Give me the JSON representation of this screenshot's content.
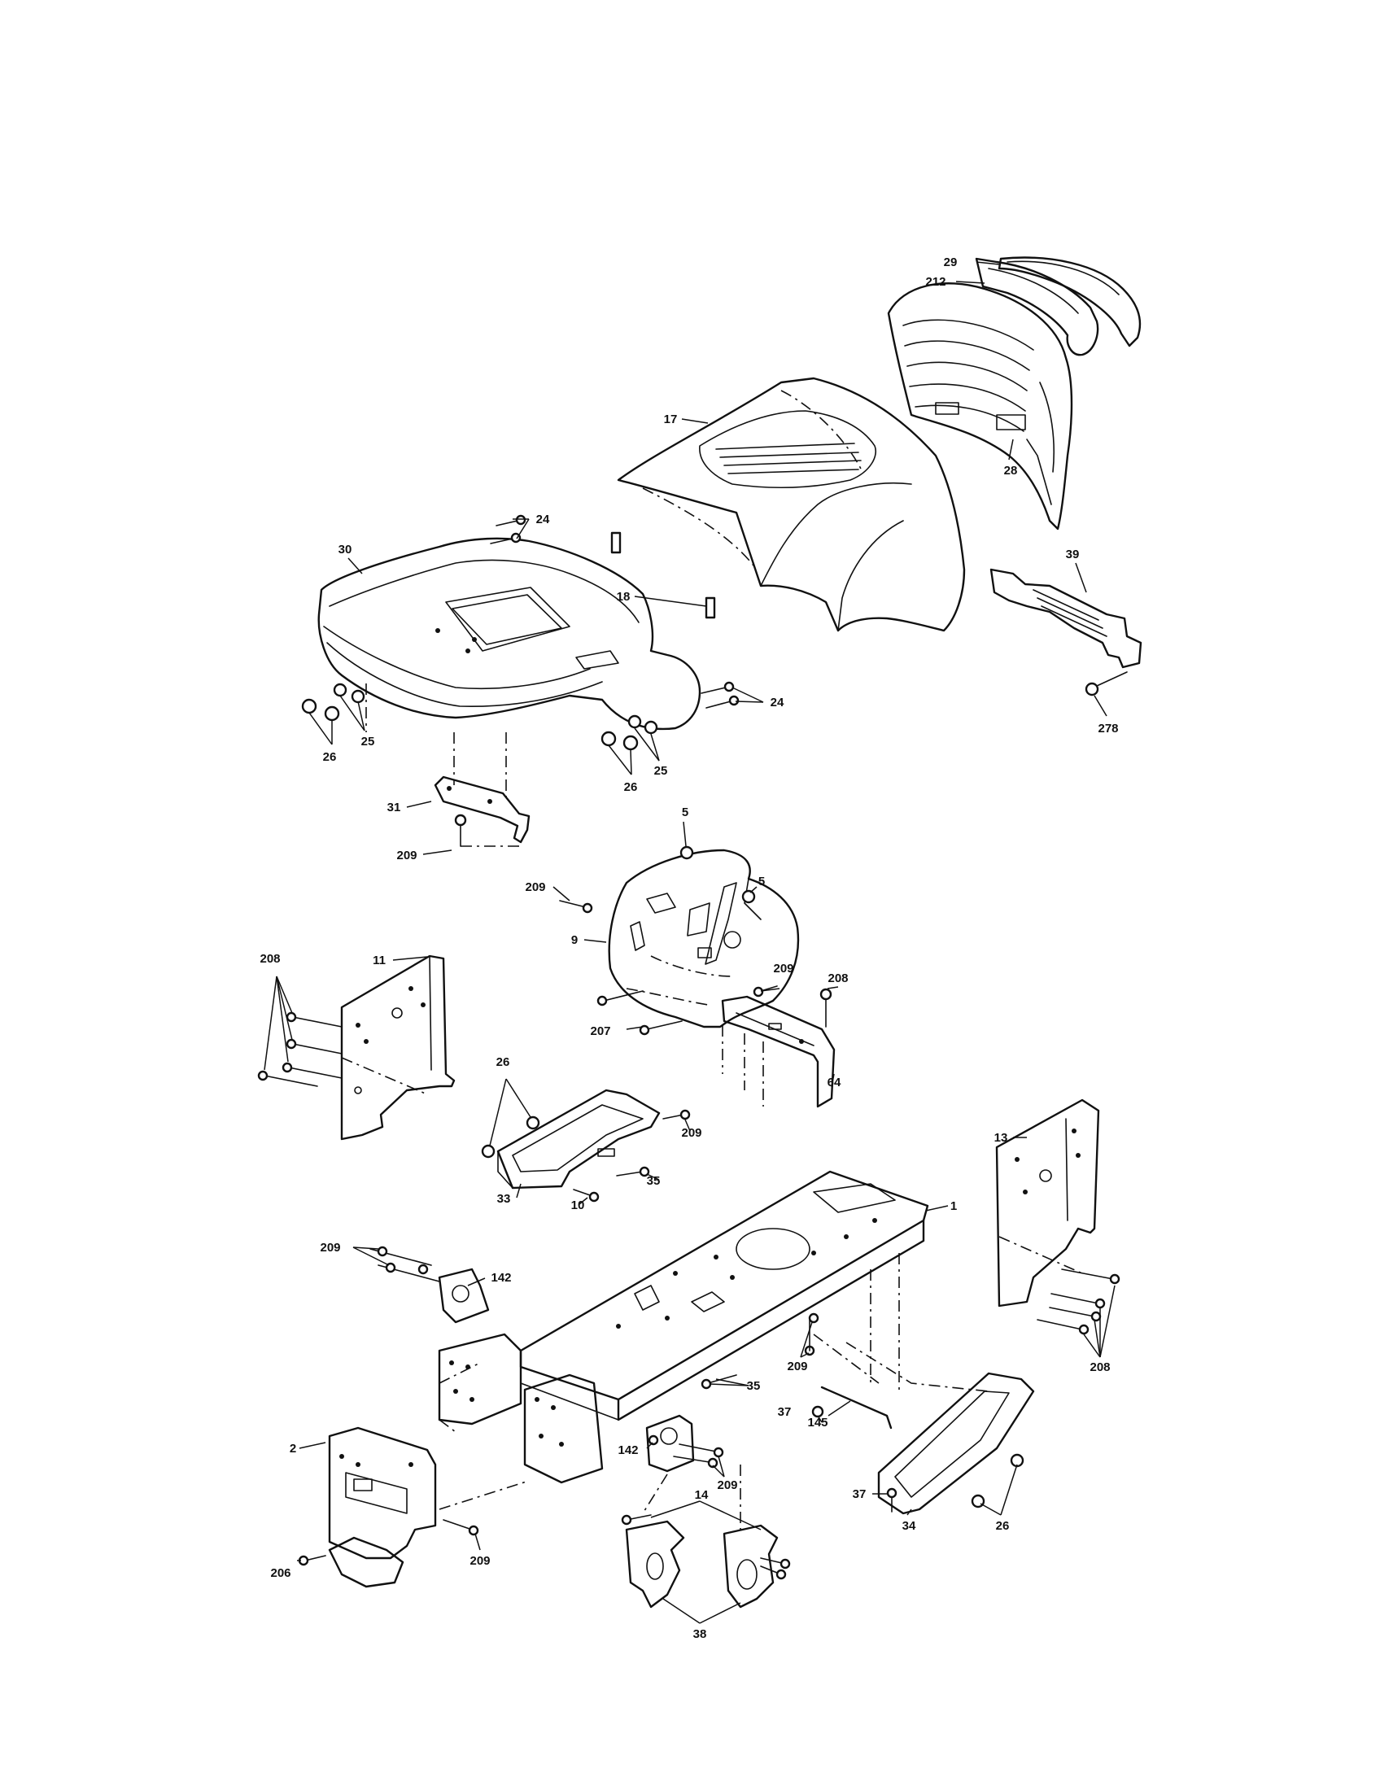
{
  "callouts": [
    {
      "id": "c29",
      "text": "29"
    },
    {
      "id": "c212",
      "text": "212"
    },
    {
      "id": "c17",
      "text": "17"
    },
    {
      "id": "c28",
      "text": "28"
    },
    {
      "id": "c30",
      "text": "30"
    },
    {
      "id": "c24a",
      "text": "24"
    },
    {
      "id": "c18",
      "text": "18"
    },
    {
      "id": "c39",
      "text": "39"
    },
    {
      "id": "c24b",
      "text": "24"
    },
    {
      "id": "c278",
      "text": "278"
    },
    {
      "id": "c25a",
      "text": "25"
    },
    {
      "id": "c26a",
      "text": "26"
    },
    {
      "id": "c25b",
      "text": "25"
    },
    {
      "id": "c26b",
      "text": "26"
    },
    {
      "id": "c31",
      "text": "31"
    },
    {
      "id": "c209a",
      "text": "209"
    },
    {
      "id": "c5a",
      "text": "5"
    },
    {
      "id": "c5b",
      "text": "5"
    },
    {
      "id": "c209b",
      "text": "209"
    },
    {
      "id": "c9",
      "text": "9"
    },
    {
      "id": "c208a",
      "text": "208"
    },
    {
      "id": "c11",
      "text": "11"
    },
    {
      "id": "c209c",
      "text": "209"
    },
    {
      "id": "c208b",
      "text": "208"
    },
    {
      "id": "c207",
      "text": "207"
    },
    {
      "id": "c64",
      "text": "64"
    },
    {
      "id": "c26c",
      "text": "26"
    },
    {
      "id": "c209d",
      "text": "209"
    },
    {
      "id": "c35a",
      "text": "35"
    },
    {
      "id": "c33",
      "text": "33"
    },
    {
      "id": "c10",
      "text": "10"
    },
    {
      "id": "c13",
      "text": "13"
    },
    {
      "id": "c1",
      "text": "1"
    },
    {
      "id": "c209e",
      "text": "209"
    },
    {
      "id": "c142a",
      "text": "142"
    },
    {
      "id": "c209f",
      "text": "209"
    },
    {
      "id": "c208c",
      "text": "208"
    },
    {
      "id": "c35b",
      "text": "35"
    },
    {
      "id": "c37a",
      "text": "37"
    },
    {
      "id": "c145",
      "text": "145"
    },
    {
      "id": "c2",
      "text": "2"
    },
    {
      "id": "c142b",
      "text": "142"
    },
    {
      "id": "c209g",
      "text": "209"
    },
    {
      "id": "c37b",
      "text": "37"
    },
    {
      "id": "c34",
      "text": "34"
    },
    {
      "id": "c26d",
      "text": "26"
    },
    {
      "id": "c14",
      "text": "14"
    },
    {
      "id": "c206",
      "text": "206"
    },
    {
      "id": "c209h",
      "text": "209"
    },
    {
      "id": "c38",
      "text": "38"
    }
  ]
}
